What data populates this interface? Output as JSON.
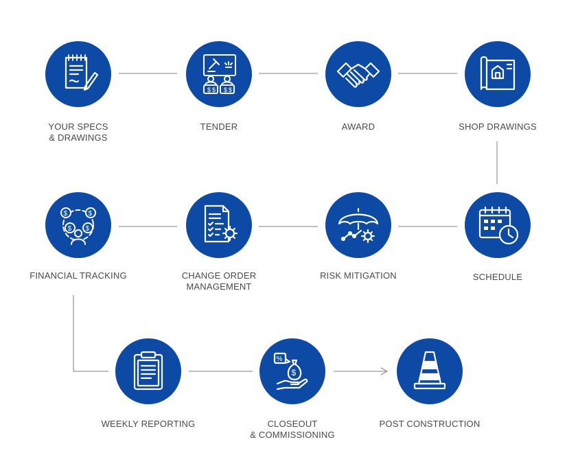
{
  "brand": {
    "circle_color": "#0d4aa6",
    "line_color": "#9a9a9a",
    "text_color": "#4a4a4a"
  },
  "steps": [
    {
      "id": "specs",
      "label": "YOUR SPECS\n& DRAWINGS",
      "icon": "document-pencil-icon"
    },
    {
      "id": "tender",
      "label": "TENDER",
      "icon": "auction-gavel-icon"
    },
    {
      "id": "award",
      "label": "AWARD",
      "icon": "handshake-icon"
    },
    {
      "id": "shop",
      "label": "SHOP DRAWINGS",
      "icon": "blueprint-icon"
    },
    {
      "id": "schedule",
      "label": "SCHEDULE",
      "icon": "calendar-clock-icon"
    },
    {
      "id": "risk",
      "label": "RISK MITIGATION",
      "icon": "umbrella-gear-icon"
    },
    {
      "id": "change",
      "label": "CHANGE ORDER\nMANAGEMENT",
      "icon": "document-gear-icon"
    },
    {
      "id": "financial",
      "label": "FINANCIAL TRACKING",
      "icon": "money-cycle-icon"
    },
    {
      "id": "weekly",
      "label": "WEEKLY REPORTING",
      "icon": "clipboard-icon"
    },
    {
      "id": "closeout",
      "label": "CLOSEOUT\n& COMMISSIONING",
      "icon": "hand-money-bag-icon"
    },
    {
      "id": "post",
      "label": "POST CONSTRUCTION",
      "icon": "traffic-cone-icon"
    }
  ]
}
